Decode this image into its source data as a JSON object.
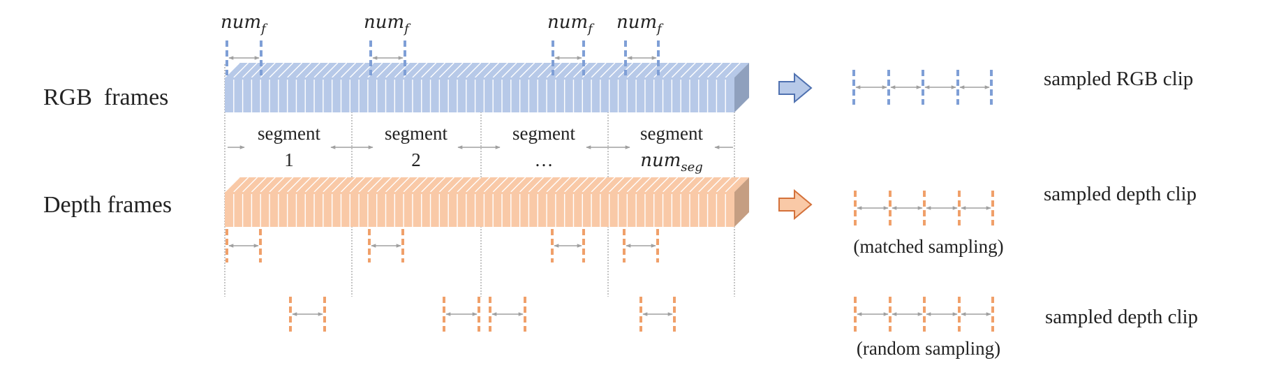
{
  "labels": {
    "rgb_frames": "RGB  frames",
    "depth_frames": "Depth frames",
    "num": "num",
    "sub_f": "f",
    "sub_seg": "seg"
  },
  "segments": [
    {
      "word": "segment",
      "index": "1"
    },
    {
      "word": "segment",
      "index": "2"
    },
    {
      "word": "segment",
      "index": "…"
    },
    {
      "word": "segment",
      "index": ""
    }
  ],
  "outputs": {
    "sampled_rgb": "sampled RGB clip",
    "sampled_depth_matched": "sampled depth clip",
    "matched_note": "(matched sampling)",
    "sampled_depth_random": "sampled depth clip",
    "random_note": "(random sampling)"
  },
  "colors": {
    "rgb_dash": "#7f9fd6",
    "rgb_fill": "#b7c9e8",
    "rgb_side": "#8fa0bd",
    "depth_dash": "#f0a06a",
    "depth_fill": "#f9c9a7",
    "depth_side": "#c59e82",
    "gap_arrow": "#a0a0a0",
    "segment_line": "#8a8a8a"
  }
}
